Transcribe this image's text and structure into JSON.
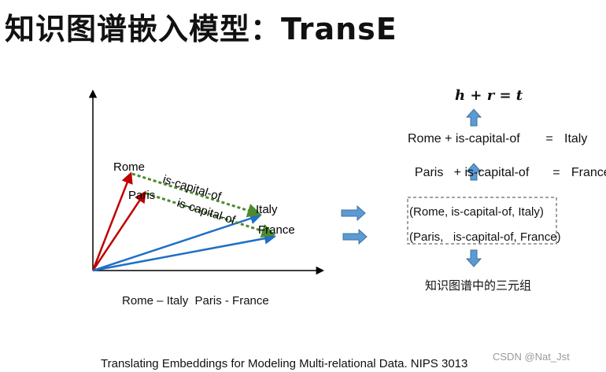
{
  "title": "知识图谱嵌入模型：TransE",
  "diagram": {
    "entity_labels": {
      "rome": "Rome",
      "paris": "Paris",
      "italy": "Italy",
      "france": "France"
    },
    "relation_labels": {
      "rome_italy": "is-capital-of",
      "paris_france": "is-capital-of"
    },
    "caption": "Rome – Italy  Paris - France"
  },
  "right_panel": {
    "formula": "h + r = t",
    "equations": [
      {
        "lhs": "Rome + is-capital-of",
        "op": "=",
        "rhs": "Italy"
      },
      {
        "lhs": "Paris   + is-capital-of",
        "op": "=",
        "rhs": "France"
      }
    ],
    "triples": [
      "(Rome, is-capital-of, Italy)",
      "(Paris,   is-capital-of, France)"
    ],
    "triples_caption": "知识图谱中的三元组"
  },
  "citation": "Translating Embeddings for Modeling Multi-relational Data. NIPS 3013",
  "watermark": "CSDN @Nat_Jst",
  "colors": {
    "red": "#c00000",
    "blue": "#1f6fc6",
    "green": "#4e8a2e",
    "arrow_blue": "#5b9bd5"
  }
}
